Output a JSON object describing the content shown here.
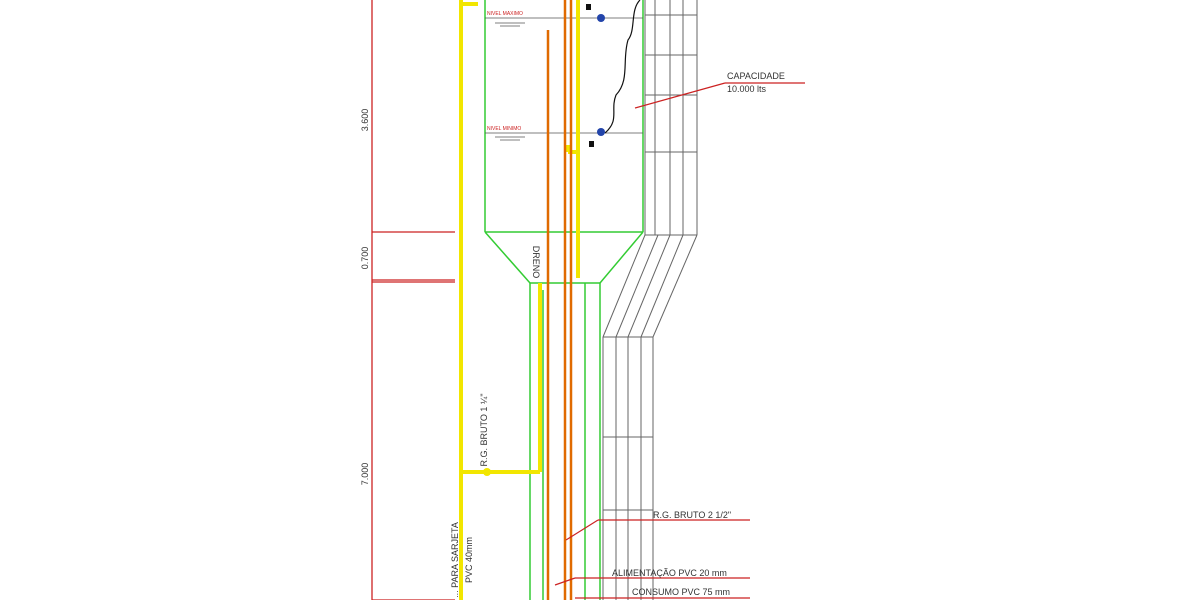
{
  "labels": {
    "capacidade_title": "CAPACIDADE",
    "capacidade_value": "10.000 lts",
    "nivel_maximo": "NIVEL MAXIMO",
    "nivel_minimo": "NIVEL MINIMO",
    "dreno": "DRENO",
    "rg_bruto_small": "R.G. BRUTO 1 ¼\"",
    "rg_bruto_large": "R.G. BRUTO 2 1/2\"",
    "alimentacao": "ALIMENTAÇÃO PVC 20 mm",
    "consumo": "CONSUMO PVC 75 mm",
    "sarjeta_1": "... PARA SARJETA",
    "sarjeta_2": "PVC 40mm"
  },
  "dimensions": {
    "d1": "3.600",
    "d2": "0.700",
    "d3": "7.000"
  },
  "colors": {
    "tank_outline": "#33cc33",
    "overflow_pipe": "#f2e600",
    "main_pipe": "#e06a00",
    "dimension_line": "#cc2222",
    "scaffold": "#666666",
    "float_valve": "#2244aa"
  }
}
